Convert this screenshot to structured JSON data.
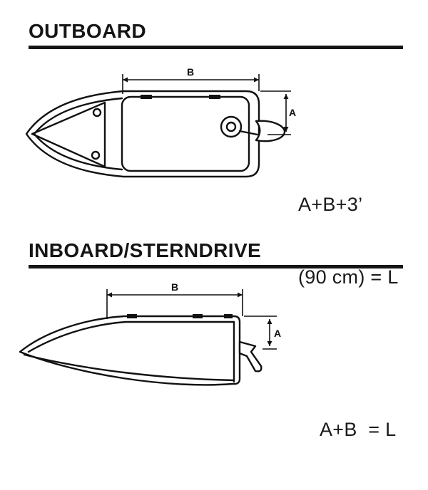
{
  "colors": {
    "ink": "#111111",
    "background": "#ffffff"
  },
  "sections": {
    "outboard": {
      "title": "OUTBOARD",
      "dim_b": "B",
      "dim_a": "A",
      "formula_line1": "A+B+3’",
      "formula_line2": "(90 cm) = L"
    },
    "inboard": {
      "title": "INBOARD/STERNDRIVE",
      "dim_b": "B",
      "dim_a": "A",
      "formula": "A+B  = L"
    }
  }
}
